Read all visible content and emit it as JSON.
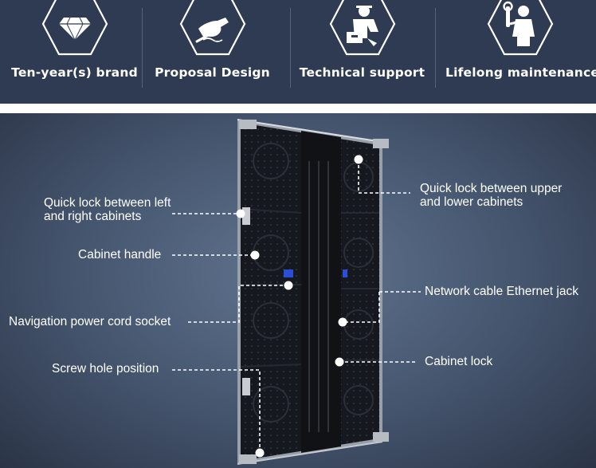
{
  "features": [
    {
      "label": "Ten-year(s)  brand",
      "icon": "diamond-icon"
    },
    {
      "label": "Proposal Design",
      "icon": "hand-writing-icon"
    },
    {
      "label": "Technical support",
      "icon": "technician-icon"
    },
    {
      "label": "Lifelong maintenance",
      "icon": "repairman-icon"
    }
  ],
  "callouts": {
    "quick_lock_lr": {
      "line1": "Quick lock between left",
      "line2": "and right cabinets"
    },
    "quick_lock_ul": {
      "line1": "Quick lock between upper",
      "line2": "and lower cabinets"
    },
    "cabinet_handle": "Cabinet handle",
    "network_jack": "Network cable Ethernet jack",
    "power_socket": "Navigation power cord socket",
    "cabinet_lock": "Cabinet lock",
    "screw_hole": "Screw hole position"
  },
  "colors": {
    "banner_bg": "#2f3b52",
    "icon_white": "#ffffff",
    "cabinet_body": "#14171d",
    "accent_blue": "#2a4fd6"
  }
}
